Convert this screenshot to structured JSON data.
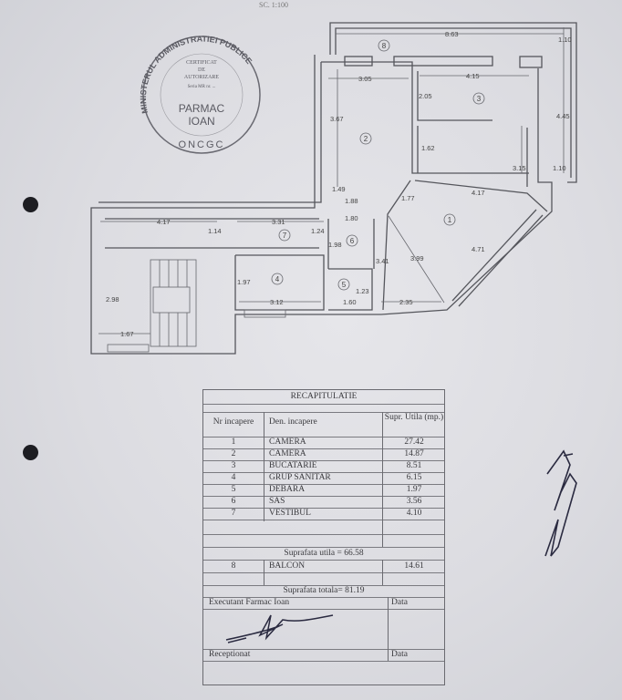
{
  "header": {
    "scale": "SC. 1:100"
  },
  "stamp": {
    "ring_text": "MINISTERUL ADMINISTRATIEI PUBLICE",
    "line1": "CERTIFICAT",
    "line2": "DE",
    "line3": "AUTORIZARE",
    "line4": "Seria MR nr. ...",
    "name1": "PARMAC",
    "name2": "IOAN",
    "bottom": "ONCGC"
  },
  "plan": {
    "room_numbers": [
      "1",
      "2",
      "3",
      "4",
      "5",
      "6",
      "7",
      "8"
    ],
    "dimensions": [
      "8.63",
      "1.10",
      "3.05",
      "4.15",
      "2.05",
      "3.67",
      "4.45",
      "1.62",
      "3.15",
      "1.10",
      "1.49",
      "1.88",
      "1.77",
      "4.17",
      "4.17",
      "1.80",
      "3.31",
      "1.14",
      "1.24",
      "1.98",
      "3.41",
      "3.99",
      "4.71",
      "1.97",
      "3.12",
      "1.23",
      "1.60",
      "2.35",
      "2.98",
      "1.67"
    ]
  },
  "table": {
    "title": "RECAPITULATIE",
    "headers": {
      "nr": "Nr incapere",
      "name": "Den. incapere",
      "area": "Supr. Utila (mp.)"
    },
    "rows": [
      {
        "nr": "1",
        "name": "CAMERA",
        "area": "27.42"
      },
      {
        "nr": "2",
        "name": "CAMERA",
        "area": "14.87"
      },
      {
        "nr": "3",
        "name": "BUCATARIE",
        "area": "8.51"
      },
      {
        "nr": "4",
        "name": "GRUP SANITAR",
        "area": "6.15"
      },
      {
        "nr": "5",
        "name": "DEBARA",
        "area": "1.97"
      },
      {
        "nr": "6",
        "name": "SAS",
        "area": "3.56"
      },
      {
        "nr": "7",
        "name": "VESTIBUL",
        "area": "4.10"
      }
    ],
    "useful_area": "Suprafata utila = 66.58",
    "balcony": {
      "nr": "8",
      "name": "BALCON",
      "area": "14.61"
    },
    "total_area": "Suprafata totala= 81.19",
    "executant": "Executant  Farmac Ioan",
    "receptionat": "Receptionat",
    "date_label_1": "Data",
    "date_label_2": "Data"
  }
}
